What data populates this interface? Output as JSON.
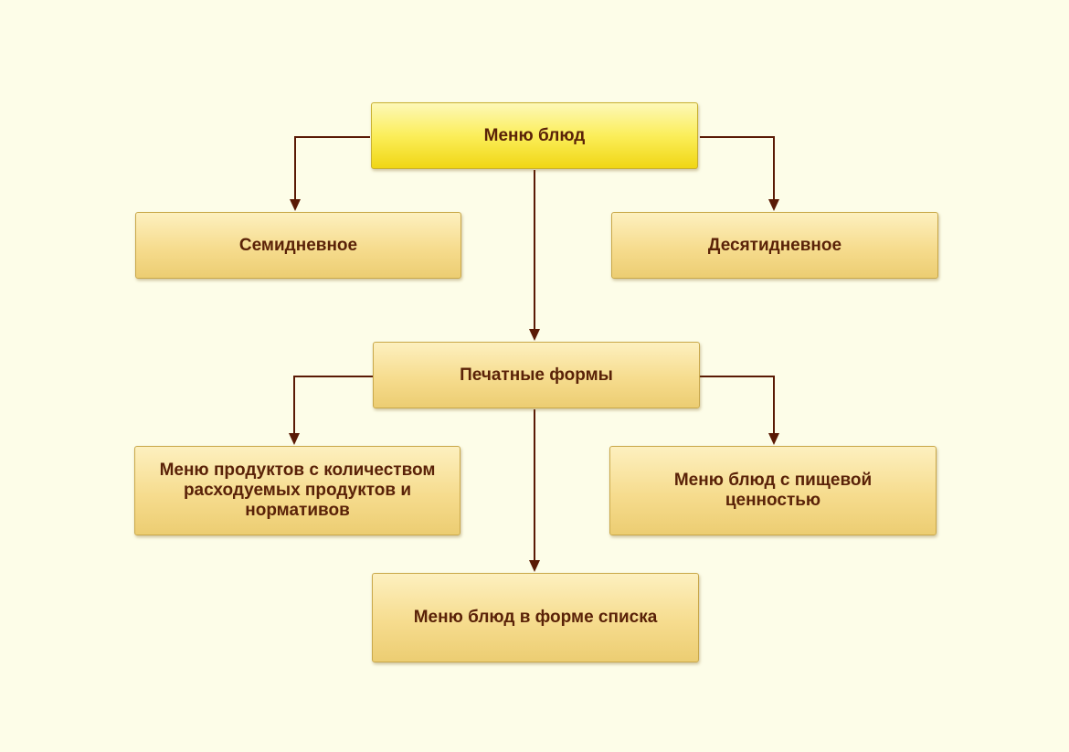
{
  "colors": {
    "background": "#fdfde8",
    "connector": "#5a1a05",
    "text": "#5a2208",
    "root_fill": "#f6e43a",
    "node_fill": "#f3d98a"
  },
  "nodes": {
    "root": "Меню блюд",
    "seven_day": "Семидневное",
    "ten_day": "Десятидневное",
    "print_forms": "Печатные формы",
    "products_menu": "Меню продуктов с количеством расходуемых продуктов и нормативов",
    "nutrition_menu": "Меню блюд с пищевой ценностью",
    "list_menu": "Меню блюд в форме списка"
  }
}
